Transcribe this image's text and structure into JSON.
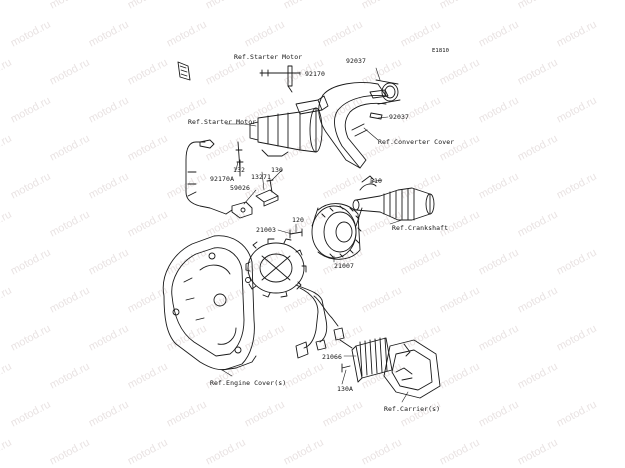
{
  "watermark": "motod.ru",
  "diagram_code": "E1810",
  "labels": {
    "ref_starter_motor_top": "Ref.Starter Motor",
    "ref_starter_motor_left": "Ref.Starter Motor",
    "ref_converter_cover": "Ref.Converter Cover",
    "ref_crankshaft": "Ref.Crankshaft",
    "ref_engine_cover": "Ref.Engine Cover(s)",
    "ref_carrier": "Ref.Carrier(s)",
    "p92170": "92170",
    "p92170a": "92170A",
    "p92037_top": "92037",
    "p92037_mid": "92037",
    "p132": "132",
    "p13271": "13271",
    "p130": "130",
    "p59026": "59026",
    "p510": "510",
    "p120": "120",
    "p21003": "21003",
    "p21007": "21007",
    "p21066": "21066",
    "p130a": "130A"
  },
  "colors": {
    "line": "#1a1a1a",
    "watermark": "#e9e3e3"
  }
}
